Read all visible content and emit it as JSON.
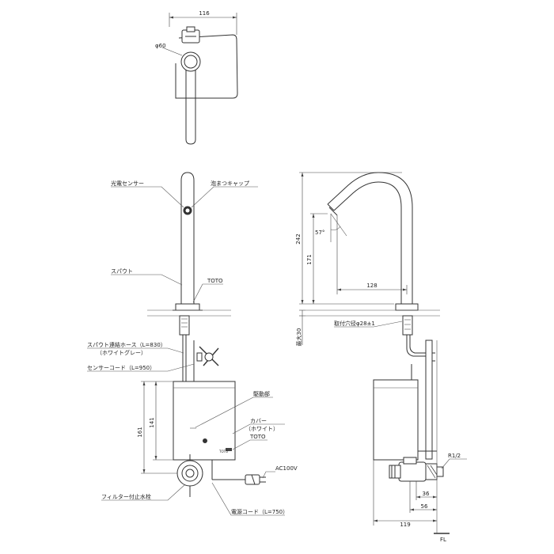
{
  "top_view": {
    "width_dim": "116",
    "diameter_dim": "φ60"
  },
  "front_view": {
    "sensor_label": "光電センサー",
    "cap_label": "泡まつキャップ",
    "spout_label": "スパウト",
    "brand_label": "TOTO",
    "hose_label": "スパウト連結ホース（L=830）",
    "hose_color": "（ホワイトグレー）",
    "sensor_cord_label": "センサーコード（L=950）",
    "drive_label": "駆動部",
    "cover_label": "カバー",
    "cover_color": "（ホワイト）",
    "box_brand_label": "TOTO",
    "box_mark": "TOTO",
    "filter_valve_label": "フィルター付止水栓",
    "power_cord_label": "電源コード（L=750）",
    "ac_label": "AC100V",
    "dim_161": "161",
    "dim_141": "141"
  },
  "side_view": {
    "dim_242": "242",
    "dim_171": "171",
    "dim_128": "128",
    "angle_dim": "57°",
    "hole_label": "取付穴径φ28±1",
    "max_thickness_label": "最大30",
    "thread_label": "R1/2",
    "dim_36": "36",
    "dim_56": "56",
    "dim_119": "119",
    "floor_label": "FL"
  }
}
